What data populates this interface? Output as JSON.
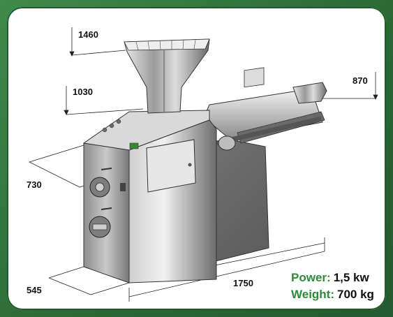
{
  "dimensions": {
    "height_top": "1460",
    "height_mid": "1030",
    "height_outlet": "870",
    "depth_side": "730",
    "width_base": "545",
    "length_total": "1750"
  },
  "specs": {
    "power_label": "Power:",
    "power_value": "1,5 kw",
    "weight_label": "Weight:",
    "weight_value": "700 kg"
  },
  "colors": {
    "border_green": "#2e6e3a",
    "label_green": "#2e8a3a",
    "machine_gray": "#8a8a8a"
  }
}
